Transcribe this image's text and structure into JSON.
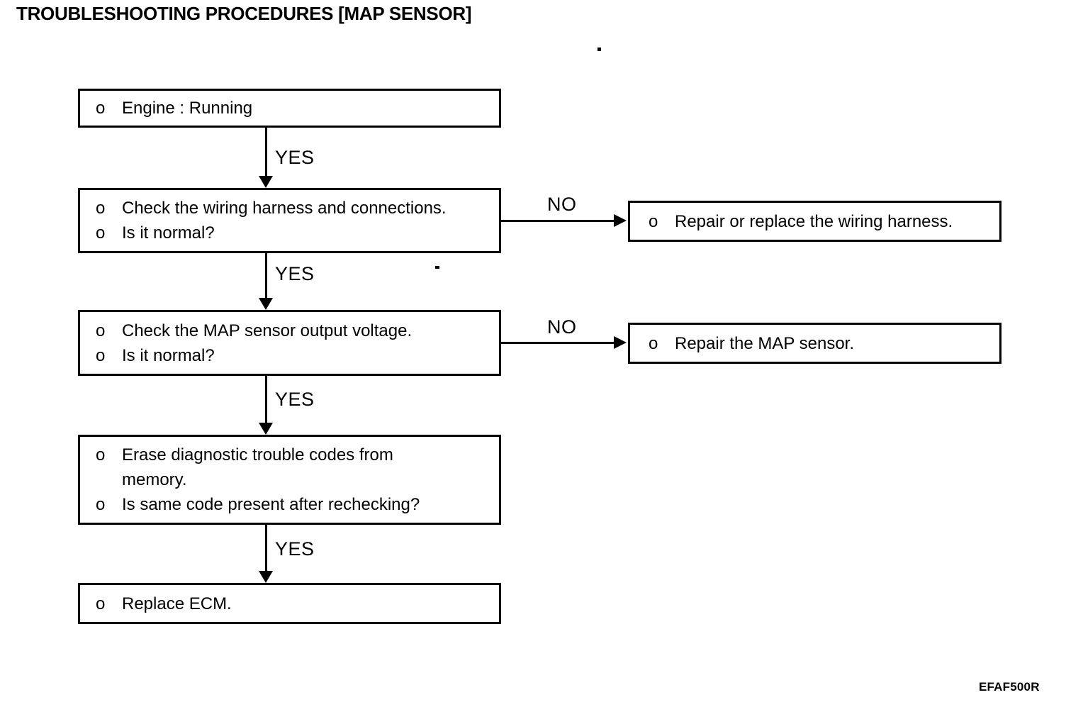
{
  "title": "TROUBLESHOOTING PROCEDURES [MAP SENSOR]",
  "figure_code": "EFAF500R",
  "bullet": "o",
  "labels": {
    "yes": "YES",
    "no": "NO"
  },
  "steps": {
    "step1": {
      "items": [
        "Engine : Running"
      ]
    },
    "step2": {
      "items": [
        "Check the wiring harness and connections.",
        "Is it normal?"
      ]
    },
    "step3": {
      "items": [
        "Check the MAP sensor output voltage.",
        "Is it normal?"
      ]
    },
    "step4": {
      "items": [
        "Erase diagnostic trouble codes from memory.",
        "Is same code present after rechecking?"
      ]
    },
    "step5": {
      "items": [
        "Replace ECM."
      ]
    }
  },
  "outcomes": {
    "outcome1": {
      "items": [
        "Repair or replace the wiring harness."
      ]
    },
    "outcome2": {
      "items": [
        "Repair the MAP sensor."
      ]
    }
  }
}
